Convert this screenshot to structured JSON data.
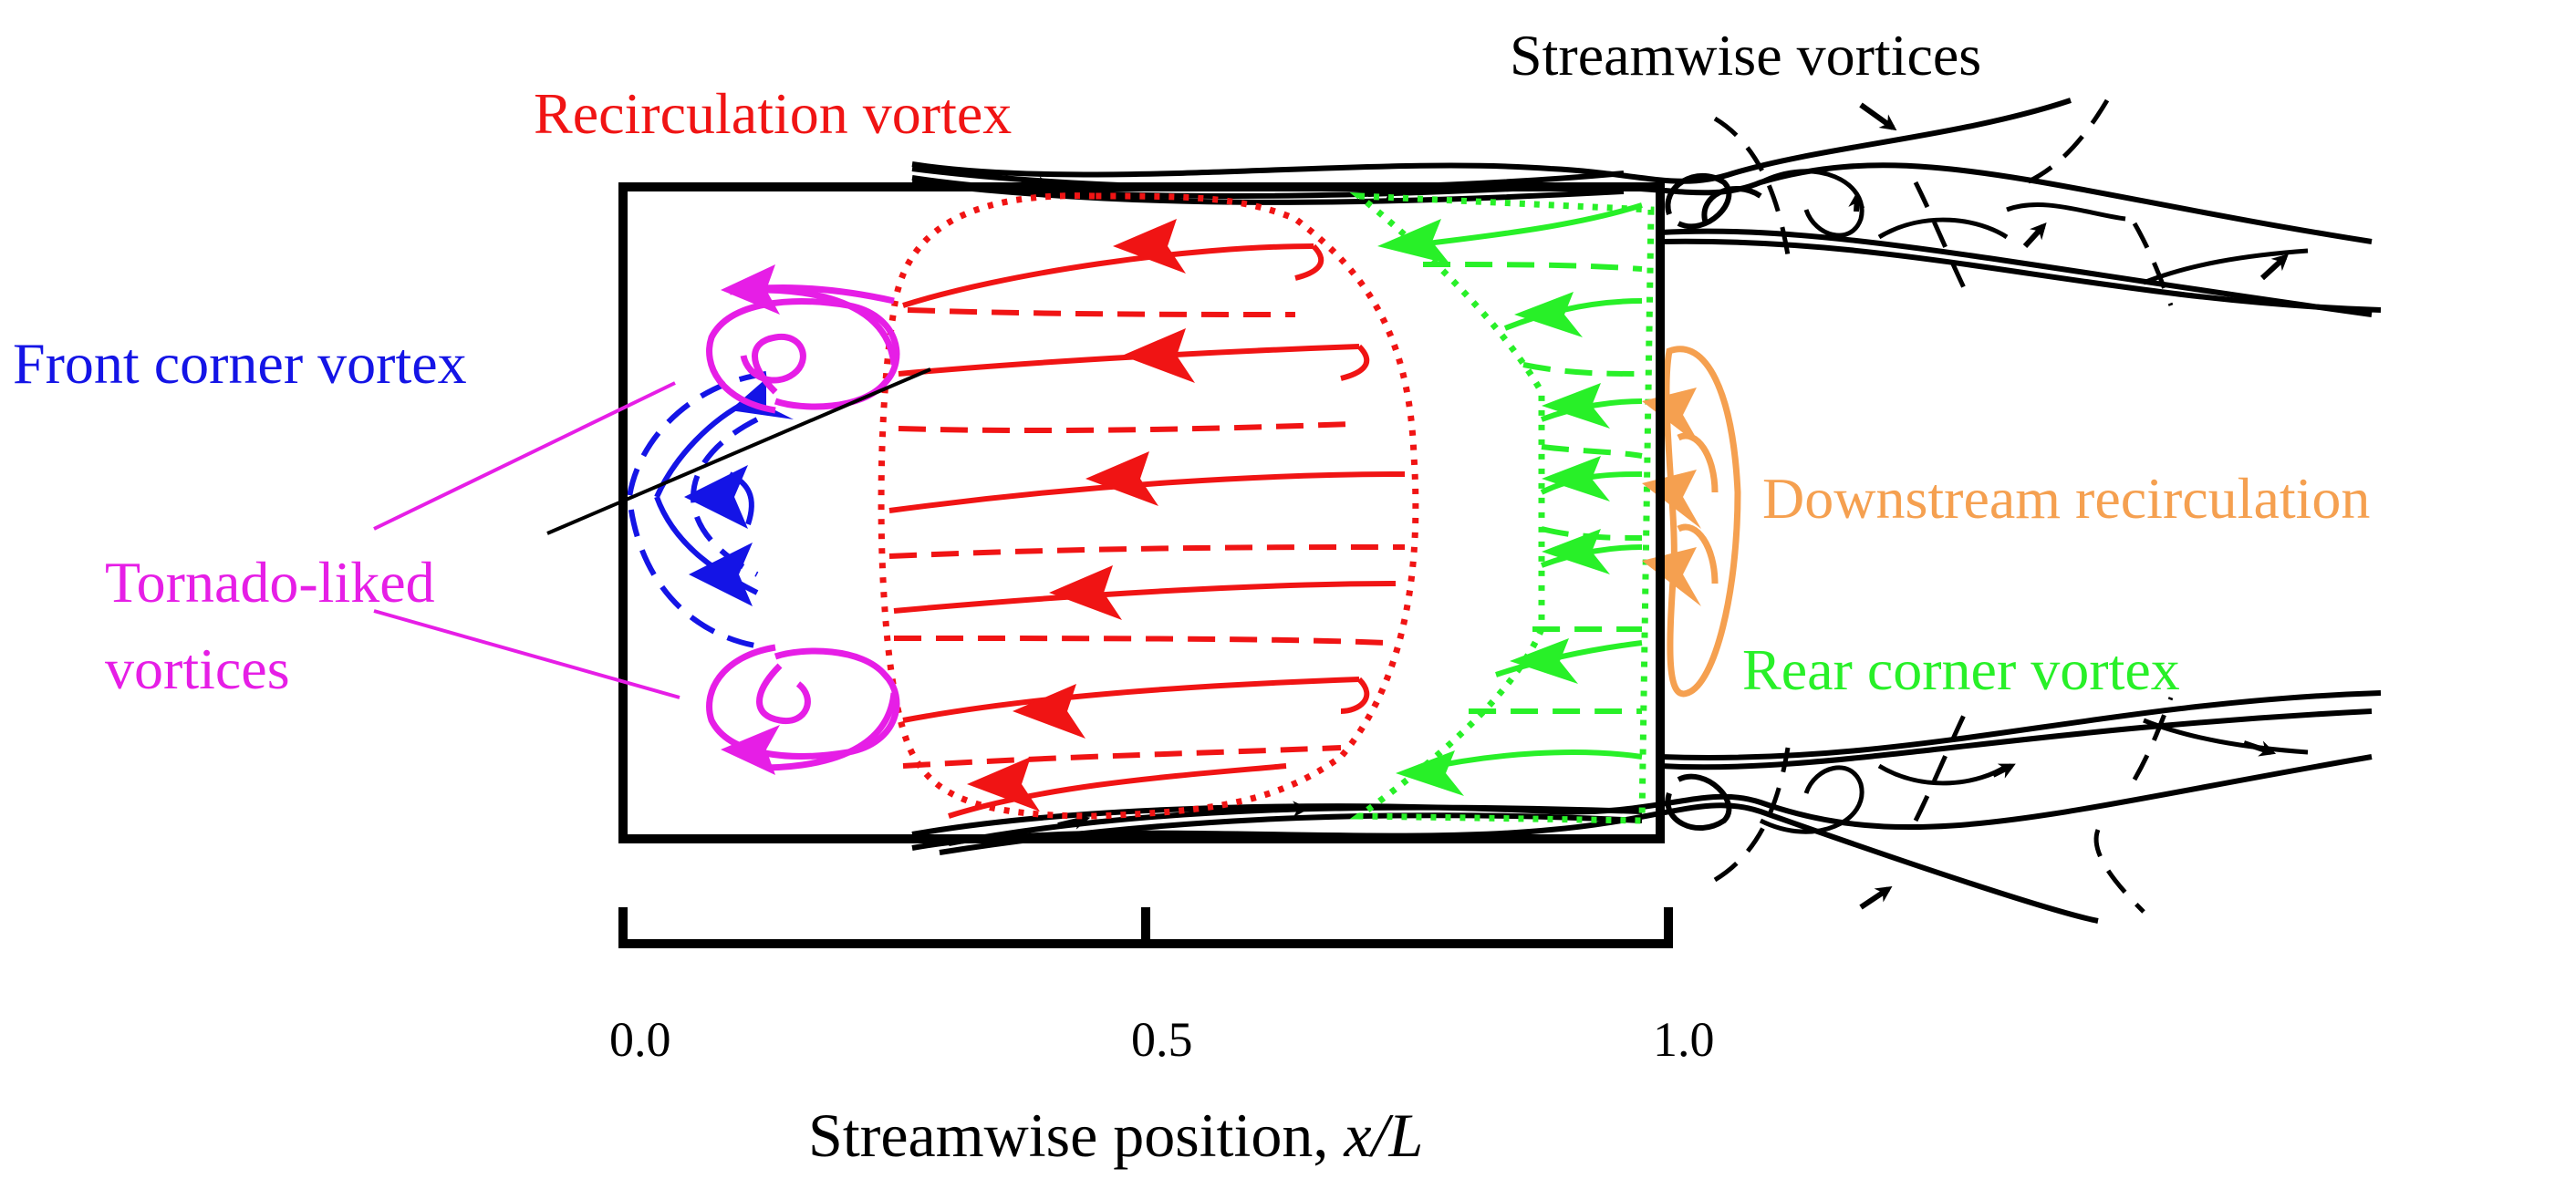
{
  "labels": {
    "streamwise_vortices": "Streamwise vortices",
    "recirculation_vortex": "Recirculation vortex",
    "front_corner_vortex": "Front corner vortex",
    "tornado_line1": "Tornado-liked",
    "tornado_line2": "vortices",
    "downstream_recirculation": "Downstream recirculation",
    "rear_corner_vortex": "Rear corner vortex"
  },
  "axis": {
    "ticks": [
      "0.0",
      "0.5",
      "1.0"
    ],
    "title_prefix": "Streamwise position, ",
    "title_var": "x/L"
  },
  "colors": {
    "outline": "#000000",
    "front_corner": "#1414e6",
    "tornado": "#e61ee6",
    "recirculation": "#f01414",
    "rear_corner": "#28f028",
    "downstream": "#f5a050",
    "streamwise": "#000000"
  }
}
